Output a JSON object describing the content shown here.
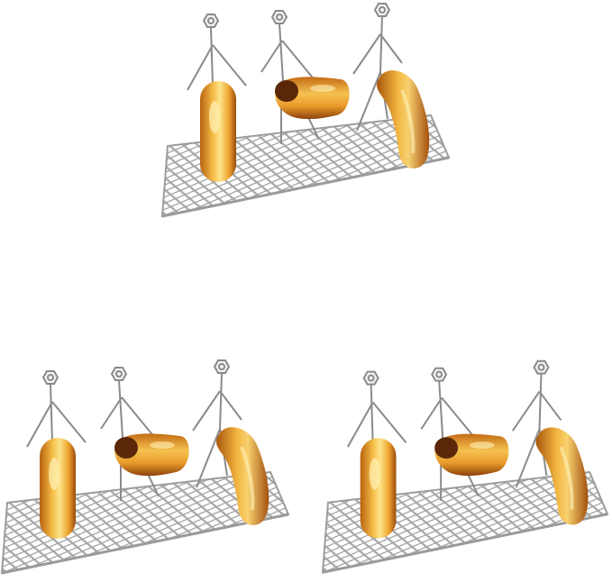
{
  "image": {
    "background": "#ffffff",
    "panel_count": 3,
    "colors": {
      "wire": "#8a8a8a",
      "grill": "#9a9a9a",
      "sausage_light": "#f6c653",
      "sausage_mid": "#e39a22",
      "sausage_dark": "#7a3c0c",
      "highlight": "#fff2b8"
    },
    "panels": [
      {
        "name": "panel-top"
      },
      {
        "name": "panel-bottom-left"
      },
      {
        "name": "panel-bottom-right"
      }
    ]
  }
}
